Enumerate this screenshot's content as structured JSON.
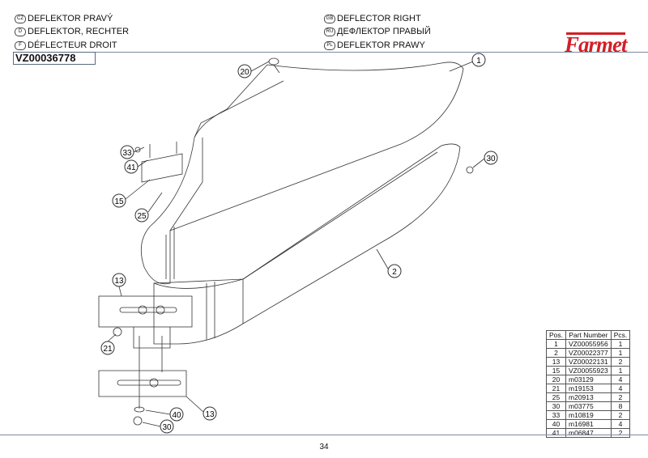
{
  "titles": [
    {
      "lang": "CZ",
      "text": "DEFLEKTOR PRAVÝ"
    },
    {
      "lang": "D",
      "text": "DEFLEKTOR, RECHTER"
    },
    {
      "lang": "F",
      "text": "DÉFLECTEUR DROIT"
    },
    {
      "lang": "GB",
      "text": "DEFLECTOR RIGHT"
    },
    {
      "lang": "RU",
      "text": "ДЕФЛЕКТОР ПРАВЫЙ"
    },
    {
      "lang": "PL",
      "text": "DEFLEKTOR PRAWY"
    }
  ],
  "assembly_code": "VZ00036778",
  "logo": "Farmet",
  "callouts": [
    "1",
    "20",
    "33",
    "41",
    "15",
    "25",
    "30",
    "2",
    "13",
    "21",
    "40",
    "13",
    "30"
  ],
  "parts_table": {
    "headers": [
      "Pos.",
      "Part Number",
      "Pcs."
    ],
    "rows": [
      [
        "1",
        "VZ00055956",
        "1"
      ],
      [
        "2",
        "VZ00022377",
        "1"
      ],
      [
        "13",
        "VZ00022131",
        "2"
      ],
      [
        "15",
        "VZ00055923",
        "1"
      ],
      [
        "20",
        "m03129",
        "4"
      ],
      [
        "21",
        "m19153",
        "4"
      ],
      [
        "25",
        "m20913",
        "2"
      ],
      [
        "30",
        "m03775",
        "8"
      ],
      [
        "33",
        "m10819",
        "2"
      ],
      [
        "40",
        "m16981",
        "4"
      ],
      [
        "41",
        "m06847",
        "2"
      ]
    ]
  },
  "page_number": "34",
  "colors": {
    "rule": "#7a8aa0",
    "logo": "#d21f26"
  }
}
